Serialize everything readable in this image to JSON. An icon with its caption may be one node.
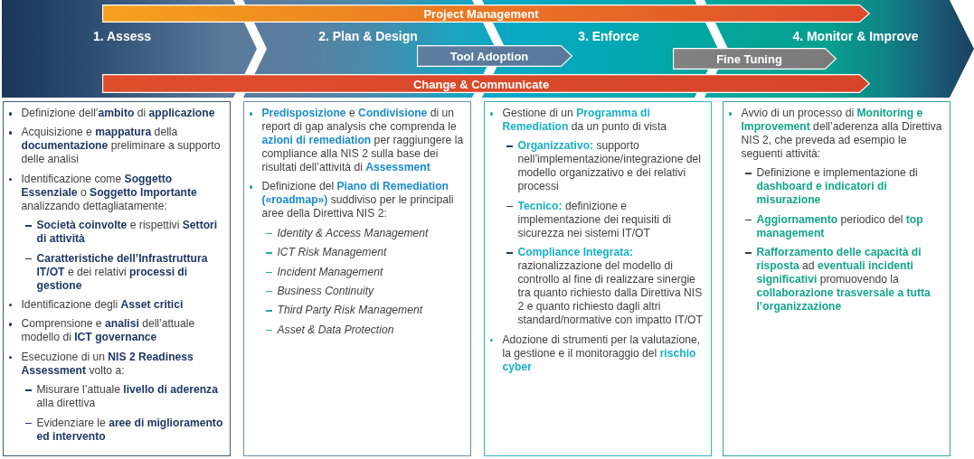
{
  "diagram": {
    "nodes": [
      {
        "text": [
          "Project Management"
        ]
      },
      {
        "text": [
          "1. Assess"
        ]
      },
      {
        "text": [
          "2. Plan & Design"
        ]
      },
      {
        "text": [
          "3. Enforce"
        ]
      },
      {
        "text": [
          "4. Monitor & Improve"
        ]
      },
      {
        "text": [
          "Tool Adoption"
        ]
      },
      {
        "text": [
          "Fine Tuning"
        ]
      },
      {
        "text": [
          "Change & Communicate"
        ]
      },
      {
        "text": [
          "Definizione dell’**ambito** di **applicazione**",
          "Acquisizione e **mappatura** della **documentazione** preliminare a supporto delle analisi",
          "Identificazione come **Soggetto Essenziale** o **Soggetto Importante** analizzando dettagliatamente:",
          "**Società coinvolte** e rispettivi **Settori di attività**",
          "**Caratteristiche dell’Infrastruttura IT/OT** e dei relativi **processi di gestione**",
          "Identificazione degli **Asset critici**",
          "Comprensione e **analisi** dell’attuale modello di **ICT governance**",
          "Esecuzione di un **NIS 2 Readiness Assessment** volto a:",
          "Misurare l’attuale **livello di aderenza** alla direttiva",
          "Evidenziare le **aree di miglioramento ed intervento**"
        ]
      },
      {
        "text": [
          "**Predisposizione** e **Condivisione** di un report di gap analysis che comprenda le **azioni di remediation** per raggiungere la compliance alla NIS 2 sulla base dei risultati dell’attività di **Assessment**",
          "Definizione del **Piano di Remediation («roadmap»)** suddiviso per le principali aree della Direttiva NIS 2:",
          "Identity & Access Management",
          "ICT Risk Management",
          "Incident Management",
          "Business Continuity",
          "Third Party Risk Management",
          "Asset & Data Protection"
        ]
      },
      {
        "text": [
          "Gestione di un **Programma di Remediation** da un punto di vista",
          "**Organizzativo:** supporto nell’implementazione/integrazione del modello organizzativo e dei relativi processi",
          "**Tecnico:** definizione e implementazione dei requisiti di sicurezza nei sistemi IT/OT",
          "**Compliance Integrata:** razionalizzazione del modello di controllo al fine di realizzare sinergie tra quanto richiesto dalla Direttiva NIS 2 e quanto richiesto dagli altri standard/normative con impatto IT/OT",
          "Adozione di strumenti per la valutazione, la gestione e il monitoraggio del **rischio cyber**"
        ]
      },
      {
        "text": [
          "Avvio di un processo di **Monitoring e Improvement** dell’aderenza alla Direttiva NIS 2, che preveda ad esempio le seguenti attività:",
          "Definizione e implementazione di **dashboard e indicatori di misurazione**",
          "**Aggiornamento** periodico del **top management**",
          "**Rafforzamento delle capacità di risposta** ad **eventuali incidenti significativi** promuovendo la **collaborazione trasversale a tutta l’organizzazione**"
        ]
      }
    ]
  }
}
